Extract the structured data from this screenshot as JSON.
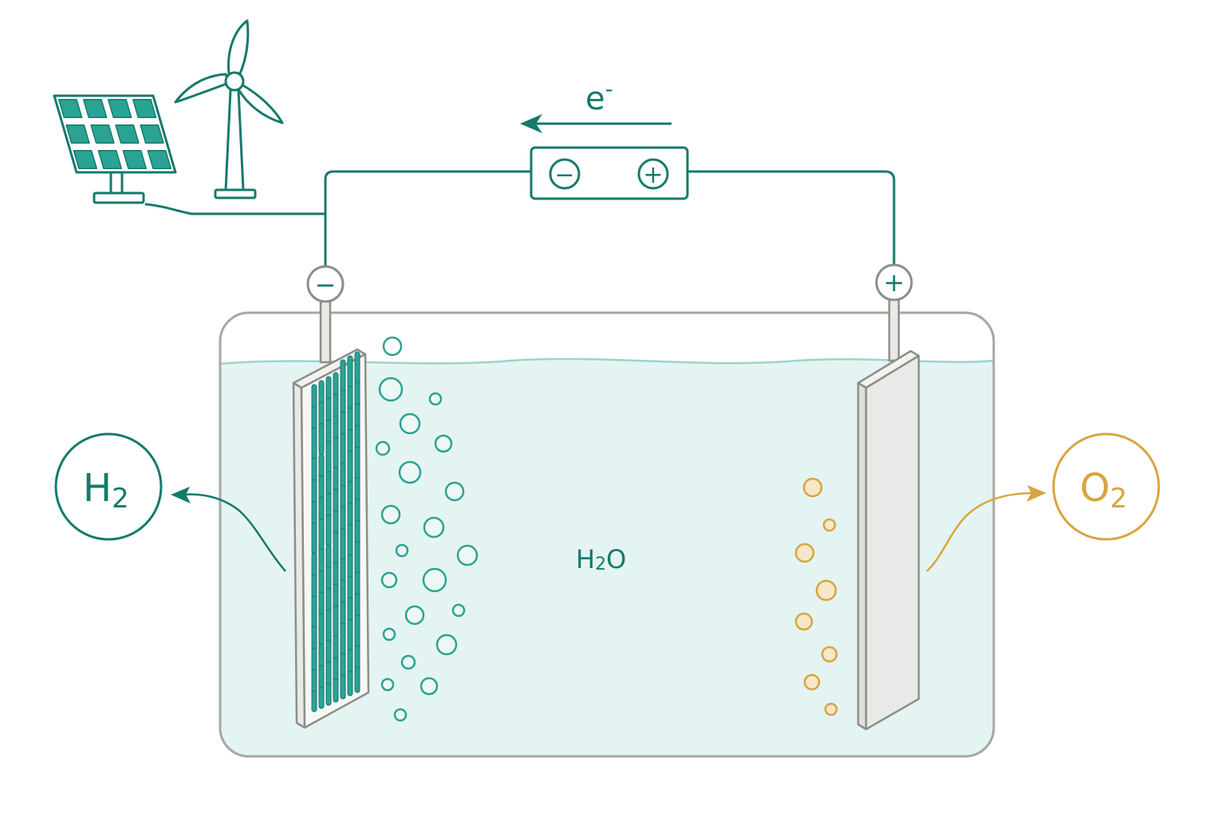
{
  "labels": {
    "electron": "e",
    "electron_sup": "-",
    "source_minus": "−",
    "source_plus": "+",
    "cathode_sign": "−",
    "anode_sign": "+",
    "water": "H",
    "water_sub": "2",
    "water_tail": "O",
    "hydrogen": "H",
    "hydrogen_sub": "2",
    "oxygen": "O",
    "oxygen_sub": "2"
  },
  "icons": {
    "solar": "solar-panel-icon",
    "wind": "wind-turbine-icon",
    "source": "dc-power-source-icon"
  },
  "colors": {
    "teal": "#147a6c",
    "teal_fill": "#2aa394",
    "gold": "#d9a441",
    "gold_fill": "#f6e7c7",
    "water": "#e4f4f2",
    "tank": "#a6a8a1",
    "plate": "#e9eae7"
  }
}
